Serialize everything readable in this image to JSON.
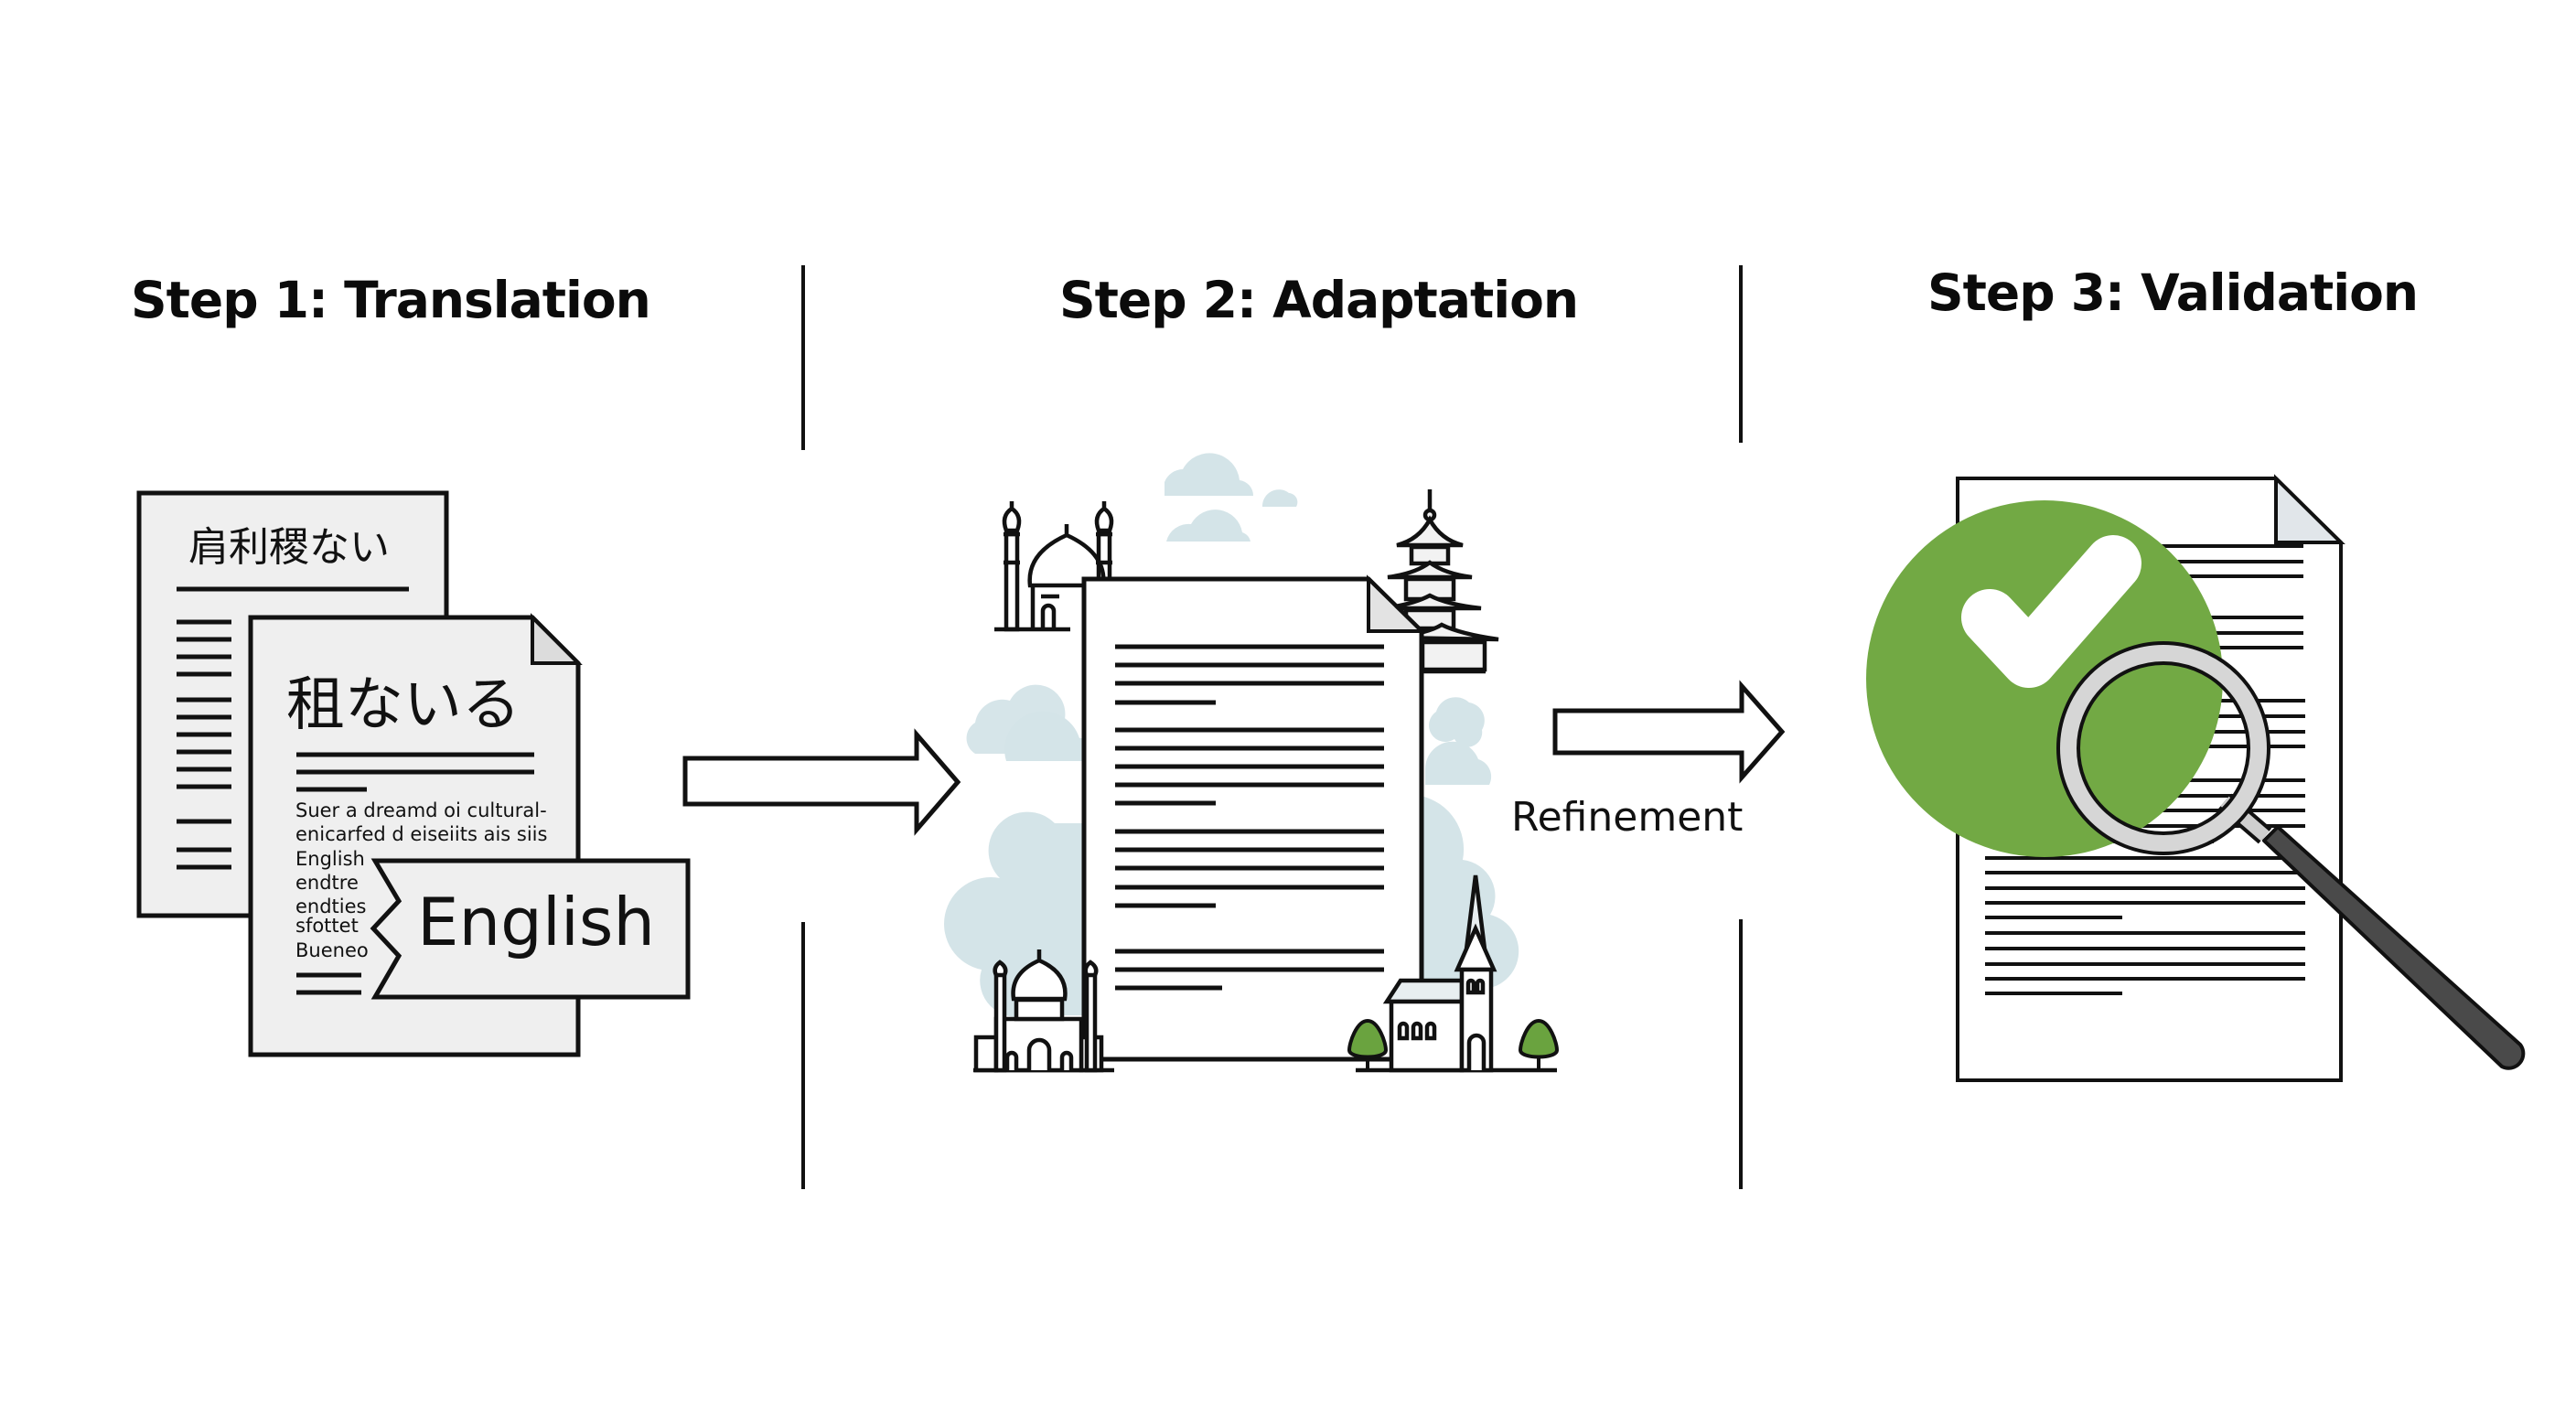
{
  "steps": [
    {
      "title": "Step 1: Translation",
      "source_doc_title": "肩利稷ない",
      "translated_doc_title": "租ないる",
      "garbled_text_lines": [
        "Suer a dreamd oi  cultural-",
        "enicarfed  d eiseiits ais siis",
        "English",
        "endtre",
        "endties",
        "sfottet",
        "Bueneo"
      ],
      "language_tag": "English"
    },
    {
      "title": "Step 2: Adaptation",
      "landmarks": [
        "mosque-icon",
        "pagoda-icon",
        "church-icon",
        "tree-icon",
        "cloud-icon"
      ]
    },
    {
      "title": "Step 3: Validation",
      "badges": [
        "checkmark-icon",
        "magnifying-glass-icon"
      ]
    }
  ],
  "connectors": {
    "arrow_1_label": "",
    "arrow_2_label": "Refinement"
  },
  "colors": {
    "ink": "#0b0b0b",
    "paper_gray": "#efefef",
    "cloud": "#d4e4e8",
    "success_green": "#72a944",
    "tree_green": "#6aa33f",
    "handle_gray": "#4a4a4a",
    "lens_ring": "#d6d6d6"
  }
}
